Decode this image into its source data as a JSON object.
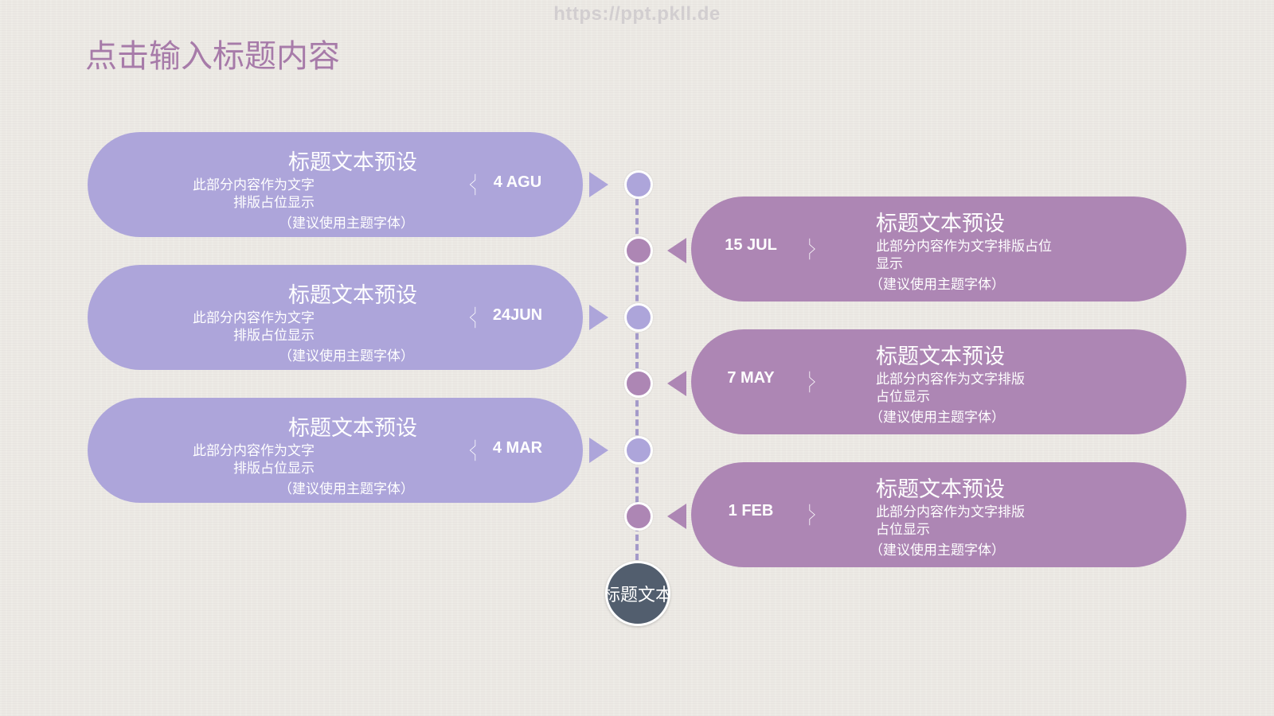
{
  "watermark": "https://ppt.pkll.de",
  "page_title": "点击输入标题内容",
  "colors": {
    "lavender": "#ada5da",
    "mauve": "#ad86b4",
    "end_node": "#525e6e",
    "title": "#a77ba9"
  },
  "left_items": [
    {
      "title": "标题文本预设",
      "desc": "此部分内容作为文字排版占位显示",
      "note": "（建议使用主题字体）",
      "date": "4 AGU"
    },
    {
      "title": "标题文本预设",
      "desc": "此部分内容作为文字排版占位显示",
      "note": "（建议使用主题字体）",
      "date": "24JUN"
    },
    {
      "title": "标题文本预设",
      "desc": "此部分内容作为文字排版占位显示",
      "note": "（建议使用主题字体）",
      "date": "4 MAR"
    }
  ],
  "right_items": [
    {
      "title": "标题文本预设",
      "desc": [
        "此部分内容作为文字排版占位",
        "显示"
      ],
      "note": "（建议使用主题字体）",
      "date": "15 JUL"
    },
    {
      "title": "标题文本预设",
      "desc": [
        "此部分内容作为文字排版",
        "占位显示"
      ],
      "note": "（建议使用主题字体）",
      "date": "7 MAY"
    },
    {
      "title": "标题文本预设",
      "desc": [
        "此部分内容作为文字排版",
        "占位显示"
      ],
      "note": "（建议使用主题字体）",
      "date": "1 FEB"
    }
  ],
  "end_node_label": "标题文本"
}
